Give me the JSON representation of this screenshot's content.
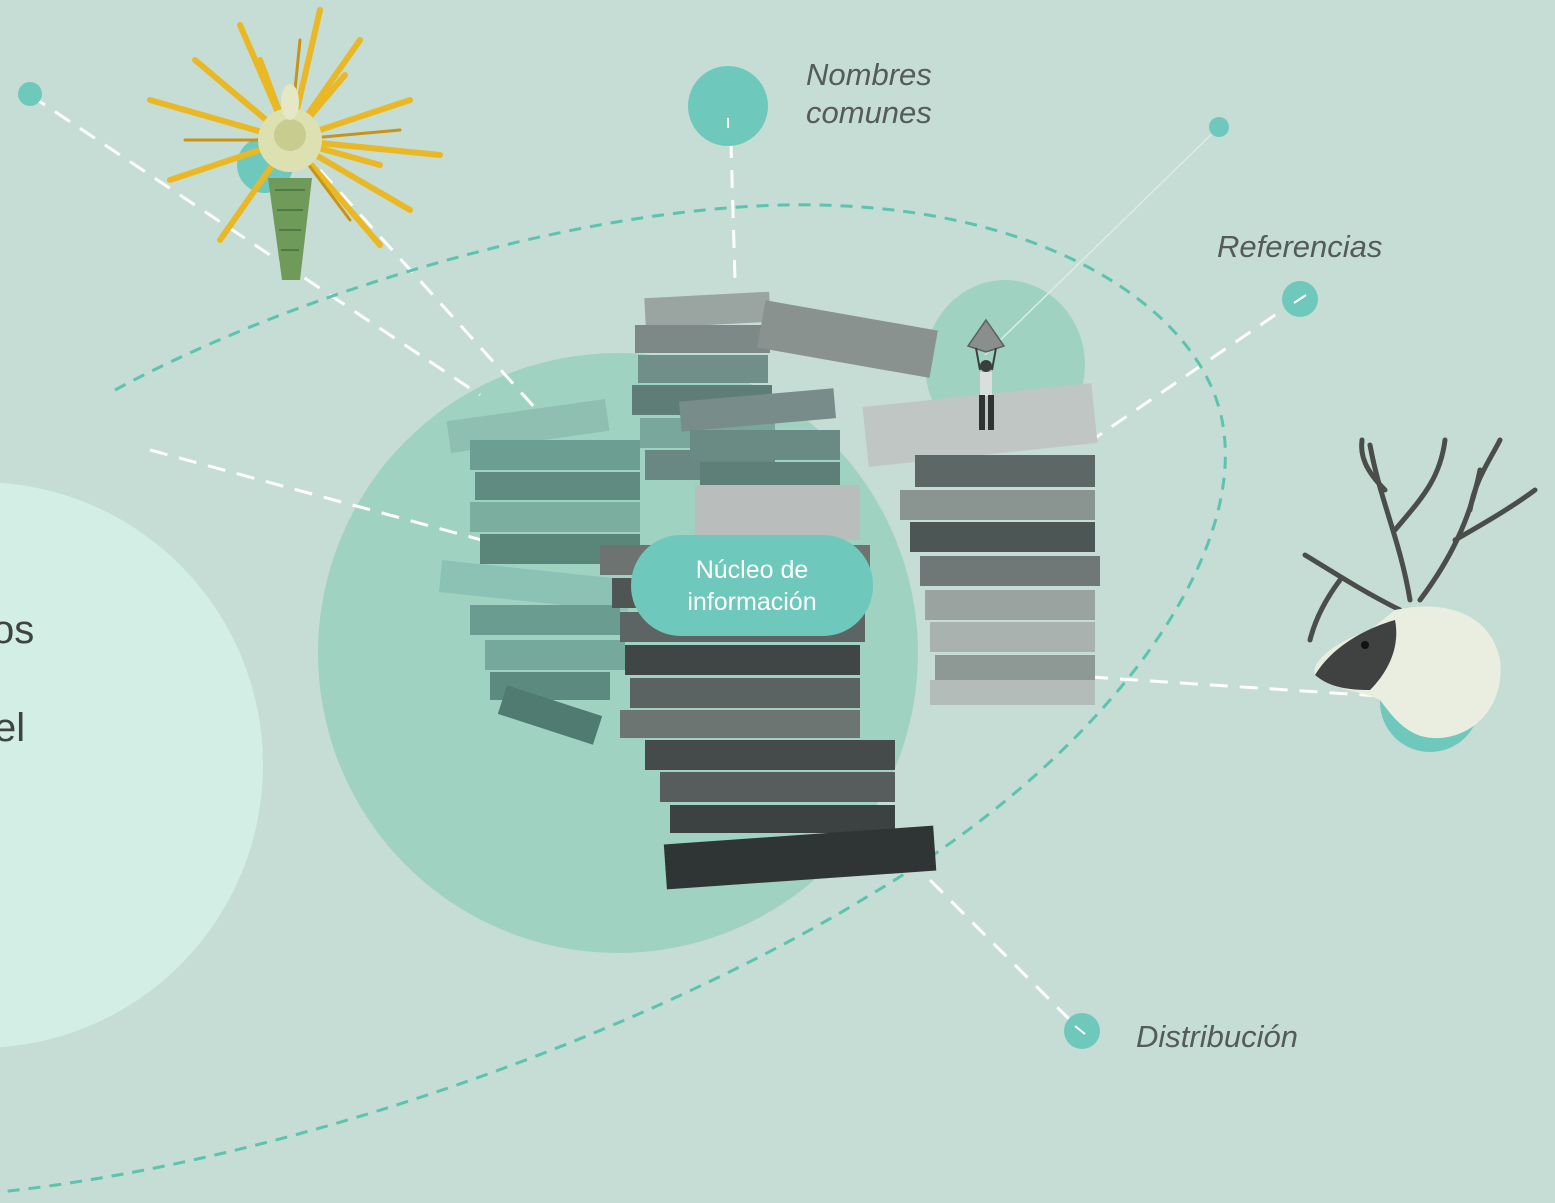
{
  "diagram": {
    "core_label_line1": "Núcleo de",
    "core_label_line2": "información",
    "labels": {
      "nombres_line1": "Nombres",
      "nombres_line2": "comunes",
      "referencias": "Referencias",
      "distribucion": "Distribución"
    },
    "cropped_text": {
      "line1": "os",
      "line2": "el"
    },
    "images": {
      "flower": "yellow-cactus-flower-illustration",
      "books": "stack-of-old-books",
      "figure": "man-holding-kite",
      "deer": "caribou-head-with-antlers"
    }
  },
  "colors": {
    "background": "#c5ddd4",
    "accent": "#6fc8bc",
    "large_circle": "#d3eee4",
    "core_circle": "#a0d2c1",
    "dashed_line": "#ffffff",
    "orbit_line": "#5cc3af",
    "label_text": "#555b5a"
  }
}
